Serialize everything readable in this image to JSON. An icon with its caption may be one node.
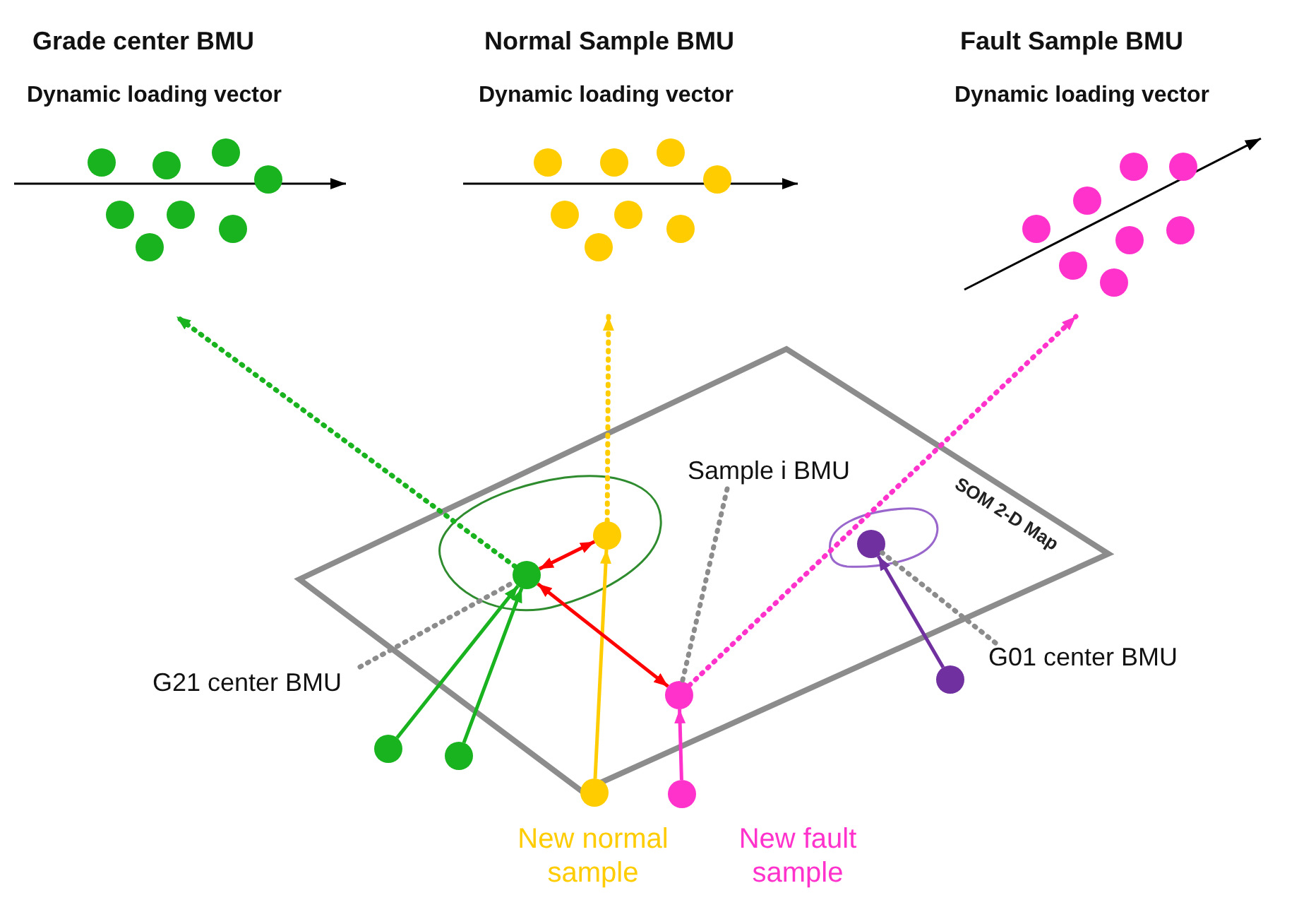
{
  "diagram": {
    "nodes": [
      {
        "text": [
          "Grade center BMU",
          "Dynamic loading vector"
        ]
      },
      {
        "text": [
          "Normal Sample BMU",
          "Dynamic loading vector"
        ]
      },
      {
        "text": [
          "Fault Sample BMU",
          "Dynamic loading vector"
        ]
      },
      {
        "text": [
          "SOM 2-D Map"
        ]
      },
      {
        "text": [],
        "shape": "circle",
        "in": 3
      },
      {
        "text": [],
        "shape": "circle",
        "in": 3
      },
      {
        "text": [],
        "shape": "circle",
        "in": 3
      },
      {
        "text": [],
        "shape": "circle",
        "in": 3
      },
      {
        "text": [
          "G21 center BMU"
        ]
      },
      {
        "text": [
          "Sample i BMU"
        ],
        "in": 3
      },
      {
        "text": [
          "G01 center BMU"
        ]
      },
      {
        "text": [],
        "shape": "circle"
      },
      {
        "text": [],
        "shape": "circle"
      },
      {
        "text": [],
        "shape": "circle",
        "beside": [
          "New normal sample"
        ]
      },
      {
        "text": [],
        "shape": "circle",
        "beside": [
          "New fault sample"
        ]
      },
      {
        "text": [],
        "shape": "circle"
      }
    ],
    "edges": [
      {
        "from": 11,
        "to": 4,
        "arrow": "to",
        "color": "#19b31f"
      },
      {
        "from": 12,
        "to": 4,
        "arrow": "to",
        "color": "#19b31f"
      },
      {
        "from": 13,
        "to": 5,
        "arrow": "to",
        "color": "#ffcc00"
      },
      {
        "from": 5,
        "to": 1,
        "arrow": "to",
        "style": "dashed",
        "color": "#ffcc00"
      },
      {
        "from": 14,
        "to": 6,
        "arrow": "to",
        "color": "#ff33cc"
      },
      {
        "from": 6,
        "to": 2,
        "arrow": "to",
        "style": "dashed",
        "color": "#ff33cc"
      },
      {
        "from": 15,
        "to": 7,
        "arrow": "to",
        "color": "#7030a0"
      },
      {
        "from": 4,
        "to": 0,
        "arrow": "to",
        "style": "dashed",
        "color": "#19b31f"
      },
      {
        "from": 4,
        "to": 5,
        "arrow": "both",
        "color": "#ff0000"
      },
      {
        "from": 4,
        "to": 6,
        "arrow": "both",
        "color": "#ff0000"
      },
      {
        "from": 8,
        "to": 4,
        "arrow": "none",
        "style": "dashed",
        "color": "#8c8c8c"
      },
      {
        "from": 9,
        "to": 6,
        "arrow": "none",
        "style": "dashed",
        "color": "#8c8c8c"
      },
      {
        "from": 10,
        "to": 7,
        "arrow": "none",
        "style": "dashed",
        "color": "#8c8c8c"
      }
    ]
  }
}
